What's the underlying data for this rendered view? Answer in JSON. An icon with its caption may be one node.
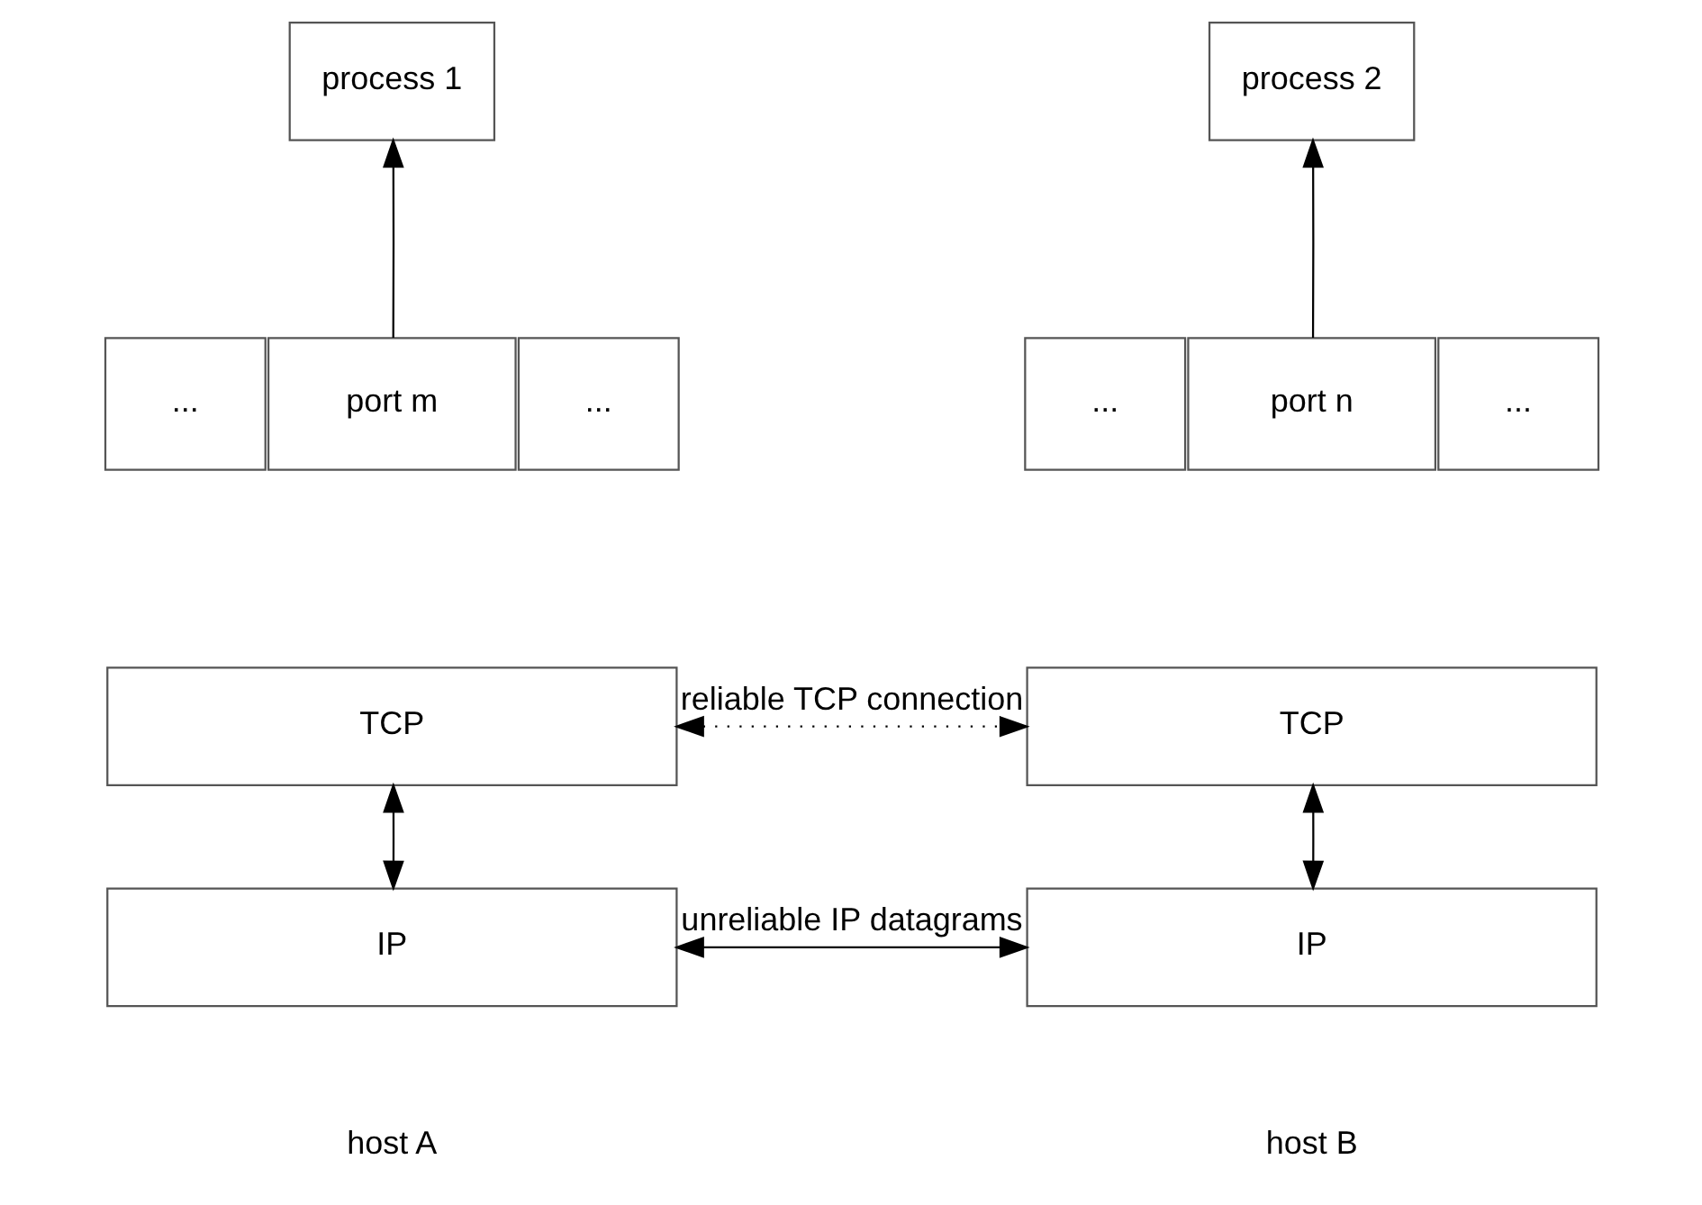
{
  "diagram": {
    "nodes": [
      {
        "text": [
          "process 1"
        ]
      },
      {
        "text": [
          "..."
        ]
      },
      {
        "text": [
          "port m"
        ]
      },
      {
        "text": [
          "..."
        ]
      },
      {
        "text": [
          "TCP"
        ]
      },
      {
        "text": [
          "IP"
        ]
      },
      {
        "text": [
          "process 2"
        ]
      },
      {
        "text": [
          "..."
        ]
      },
      {
        "text": [
          "port n"
        ]
      },
      {
        "text": [
          "..."
        ]
      },
      {
        "text": [
          "TCP"
        ]
      },
      {
        "text": [
          "IP"
        ]
      }
    ],
    "edges": [
      {
        "from": 2,
        "to": 0,
        "arrow": "to"
      },
      {
        "from": 4,
        "to": 5,
        "arrow": "both"
      },
      {
        "from": 4,
        "to": 10,
        "arrow": "both",
        "label": "reliable TCP connection",
        "style": "dashed"
      },
      {
        "from": 5,
        "to": 11,
        "arrow": "both",
        "label": "unreliable IP datagrams"
      },
      {
        "from": 8,
        "to": 6,
        "arrow": "to"
      },
      {
        "from": 10,
        "to": 11,
        "arrow": "both"
      }
    ],
    "labels": [
      "host A",
      "host B"
    ]
  }
}
